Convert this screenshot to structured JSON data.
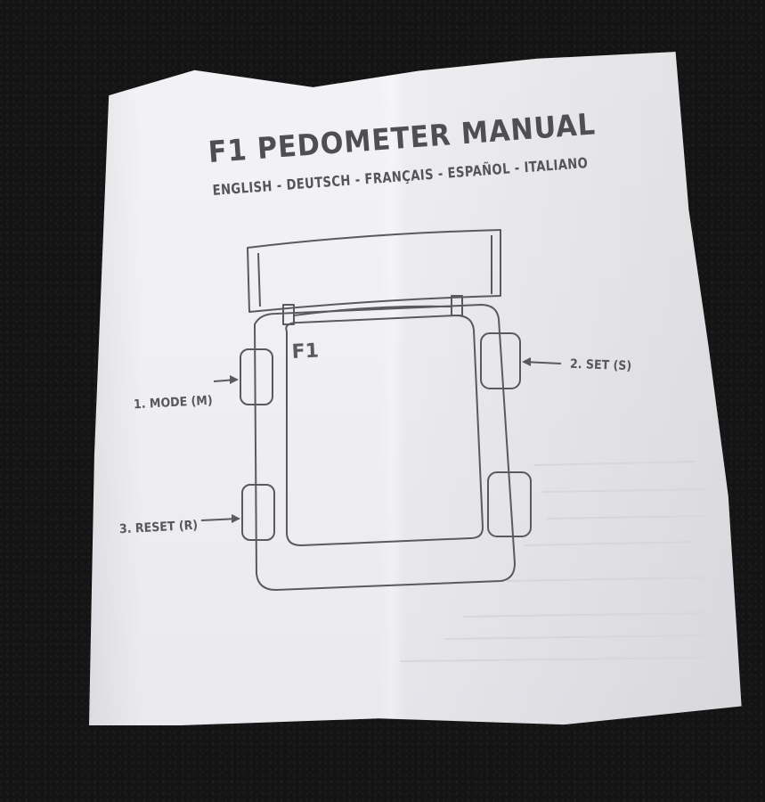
{
  "manual": {
    "title": "F1 PEDOMETER MANUAL",
    "languages": "ENGLISH - DEUTSCH - FRANÇAIS - ESPAÑOL - ITALIANO"
  },
  "device": {
    "display_label": "F1",
    "buttons": {
      "mode": "1. MODE (M)",
      "set": "2. SET (S)",
      "reset": "3. RESET (R)"
    }
  },
  "colors": {
    "background": "#141414",
    "paper": "#f0f0f4",
    "ink": "#4f4f52"
  }
}
